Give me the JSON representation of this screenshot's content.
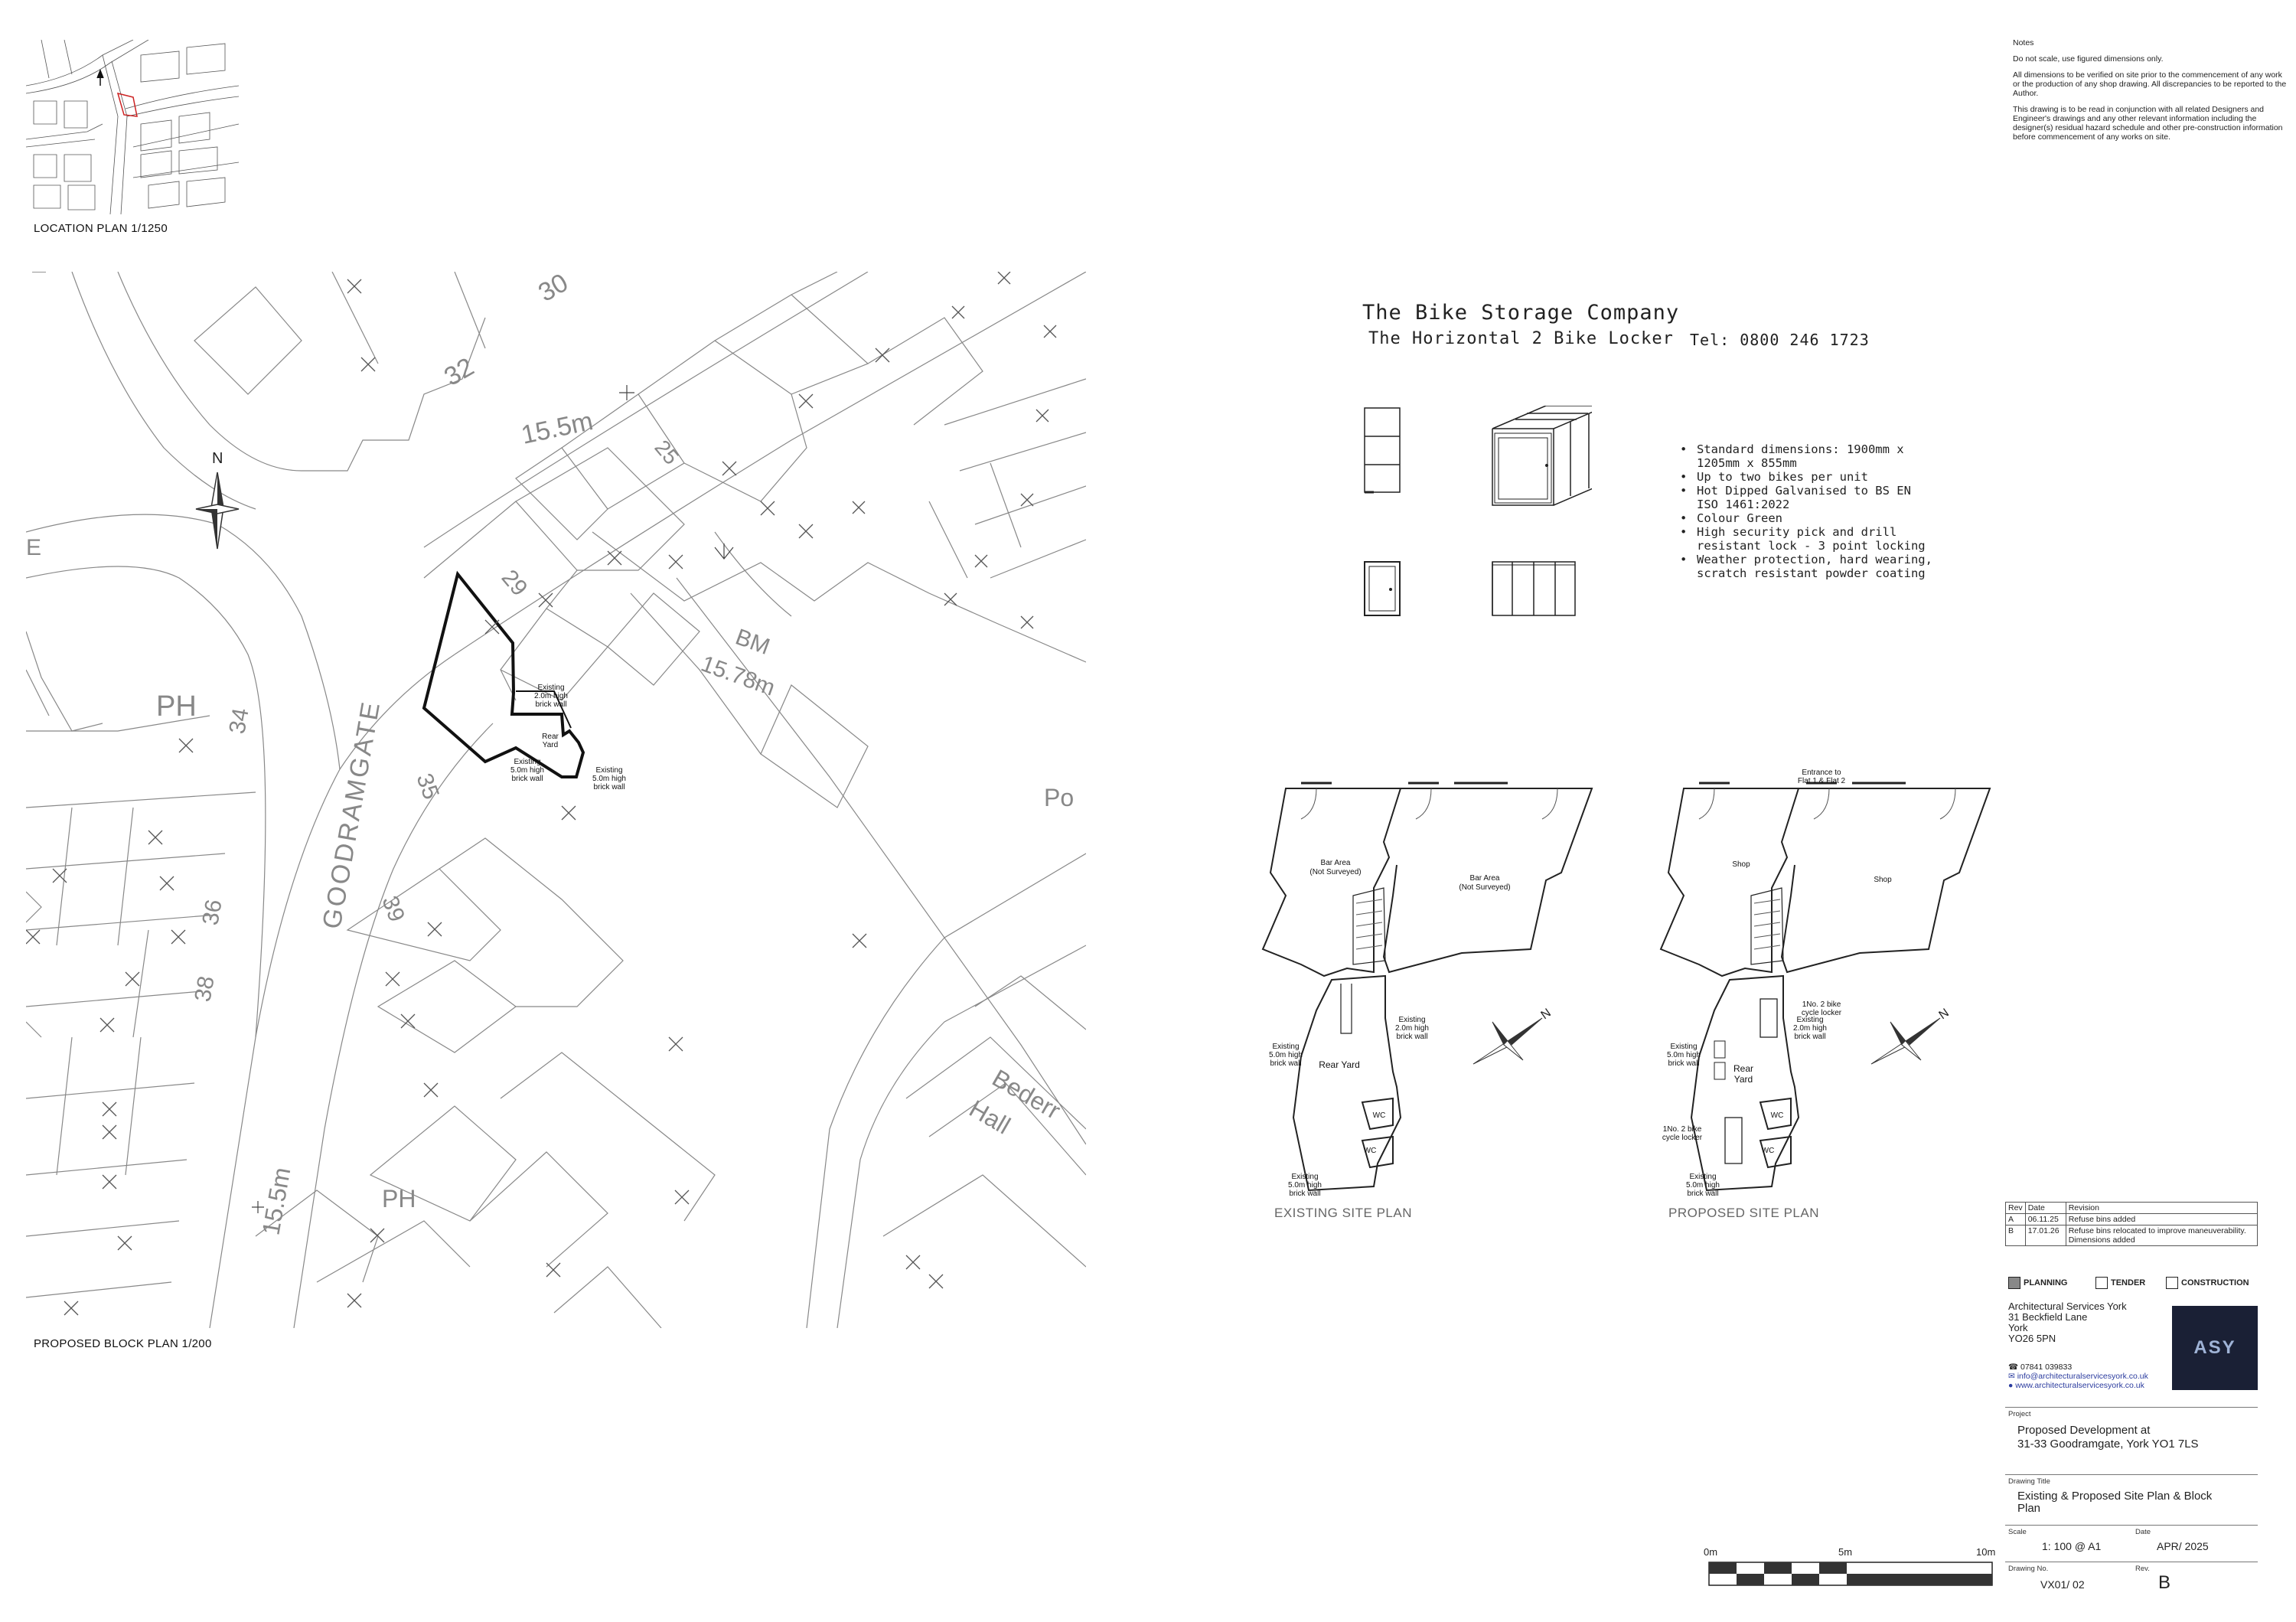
{
  "location_plan": {
    "caption": "LOCATION PLAN 1/1250"
  },
  "block_plan": {
    "caption": "PROPOSED BLOCK PLAN 1/200",
    "street_name": "GOODRAMGATE",
    "labels": [
      "30",
      "32",
      "15.5m",
      "25",
      "29",
      "BM",
      "15.78m",
      "PH",
      "34",
      "35",
      "36",
      "38",
      "39",
      "PH",
      "15.5m",
      "Po",
      "E",
      "Bederr",
      "Hall"
    ],
    "north": "N",
    "annotations": {
      "wall_2m": [
        "Existing",
        "2.0m high",
        "brick wall"
      ],
      "rear_yard": [
        "Rear",
        "Yard"
      ],
      "wall_5m_left": [
        "Existing",
        "5.0m high",
        "brick wall"
      ],
      "wall_5m_right": [
        "Existing",
        "5.0m high",
        "brick wall"
      ]
    }
  },
  "notes": {
    "heading": "Notes",
    "items": [
      "Do not scale, use figured dimensions only.",
      "All dimensions to be verified on site prior to the commencement of any work or the production of any shop drawing. All discrepancies to be reported to the Author.",
      "This drawing is to be read in conjunction with all related Designers and Engineer's drawings and any other relevant information including the designer(s) residual hazard schedule and other pre-construction information before commencement of any works on site."
    ]
  },
  "bike_storage": {
    "company": "The Bike Storage Company",
    "product": "The Horizontal 2 Bike Locker",
    "phone": "Tel: 0800 246 1723",
    "features": [
      "Standard dimensions: 1900mm x 1205mm x 855mm",
      "Up to two bikes per unit",
      "Hot Dipped Galvanised to BS EN ISO 1461:2022",
      "Colour Green",
      "High security pick and drill resistant lock - 3 point locking",
      "Weather protection, hard wearing, scratch resistant powder coating"
    ]
  },
  "existing_plan": {
    "caption": "EXISTING SITE PLAN",
    "bar_left": [
      "Bar Area",
      "(Not Surveyed)"
    ],
    "bar_right": [
      "Bar Area",
      "(Not Surveyed)"
    ],
    "wall_5m_left": [
      "Existing",
      "5.0m high",
      "brick wall"
    ],
    "wall_2m": [
      "Existing",
      "2.0m high",
      "brick wall"
    ],
    "rear_yard": "Rear Yard",
    "wc1": "WC",
    "wc2": "WC",
    "wall_5m_bottom": [
      "Existing",
      "5.0m high",
      "brick wall"
    ]
  },
  "proposed_plan": {
    "caption": "PROPOSED SITE PLAN",
    "entrance": [
      "Entrance to",
      "Flat 1 & Flat 2"
    ],
    "shop_left": "Shop",
    "shop_right": "Shop",
    "locker_top": [
      "1No. 2 bike",
      "cycle locker"
    ],
    "wall_5m_left": [
      "Existing",
      "5.0m high",
      "brick wall"
    ],
    "wall_2m": [
      "Existing",
      "2.0m high",
      "brick wall"
    ],
    "rear_yard": [
      "Rear",
      "Yard"
    ],
    "wc1": "WC",
    "wc2": "WC",
    "locker_bottom": [
      "1No. 2 bike",
      "cycle locker"
    ],
    "wall_5m_bottom": [
      "Existing",
      "5.0m high",
      "brick wall"
    ]
  },
  "revisions": {
    "headers": [
      "Rev",
      "Date",
      "Revision"
    ],
    "rows": [
      {
        "rev": "A",
        "date": "06.11.25",
        "text": "Refuse bins added"
      },
      {
        "rev": "B",
        "date": "17.01.26",
        "text": "Refuse bins relocated to improve maneuverability. Dimensions added"
      }
    ]
  },
  "stages": {
    "planning": "PLANNING",
    "tender": "TENDER",
    "construction": "CONSTRUCTION"
  },
  "firm": {
    "name": "Architectural Services York",
    "address1": "31 Beckfield Lane",
    "address2": "York",
    "postcode": "YO26 5PN",
    "phone": "07841 039833",
    "email": "info@architecturalservicesyork.co.uk",
    "web": "www.architecturalservicesyork.co.uk",
    "logo_text": "ASY"
  },
  "title_block": {
    "project_label": "Project",
    "project_line1": "Proposed Development at",
    "project_line2": "31-33 Goodramgate, York YO1 7LS",
    "title_label": "Drawing Title",
    "title_line1": "Existing & Proposed Site Plan & Block",
    "title_line2": "Plan",
    "scale_label": "Scale",
    "scale": "1: 100 @ A1",
    "date_label": "Date",
    "date": "APR/ 2025",
    "drawing_no_label": "Drawing No.",
    "drawing_no": "VX01/ 02",
    "rev_label": "Rev.",
    "rev": "B"
  },
  "scale_bar": {
    "labels": [
      "0m",
      "5m",
      "10m"
    ]
  },
  "colors": {
    "line": "#888888",
    "dark": "#111111",
    "site_outline": "#cc2222"
  }
}
